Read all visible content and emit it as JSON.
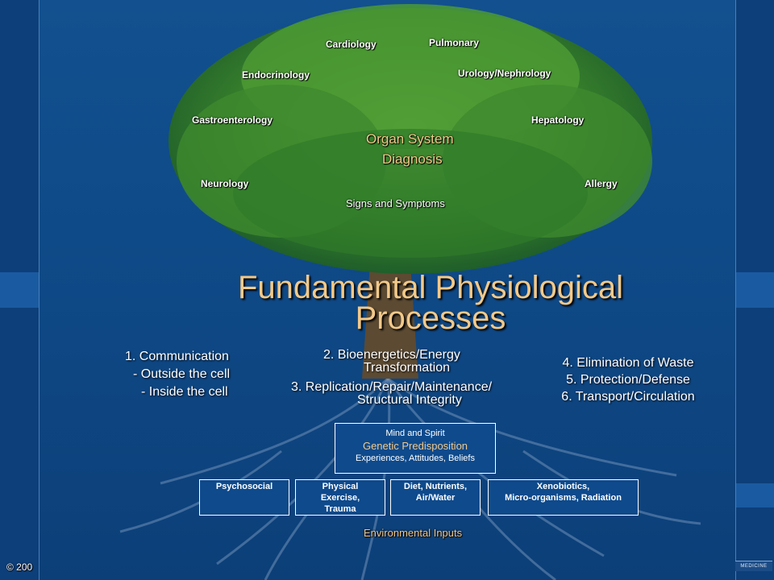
{
  "organ_labels": {
    "cardiology": "Cardiology",
    "pulmonary": "Pulmonary",
    "endocrinology": "Endocrinology",
    "urology": "Urology/Nephrology",
    "gastroenterology": "Gastroenterology",
    "hepatology": "Hepatology",
    "neurology": "Neurology",
    "allergy": "Allergy"
  },
  "diagnosis": {
    "line1": "Organ System",
    "line2": "Diagnosis"
  },
  "signs": "Signs and Symptoms",
  "title": {
    "line1": "Fundamental Physiological",
    "line2": "Processes"
  },
  "processes_left": {
    "line1": "1. Communication",
    "line2": "- Outside the cell",
    "line3": "- Inside the cell"
  },
  "processes_center": {
    "p2_line1": "2. Bioenergetics/Energy",
    "p2_line2": "Transformation",
    "p3_line1": "3. Replication/Repair/Maintenance/",
    "p3_line2": "Structural Integrity"
  },
  "processes_right": {
    "line1": "4. Elimination of Waste",
    "line2": "5. Protection/Defense",
    "line3": "6. Transport/Circulation"
  },
  "mind_box": {
    "line1": "Mind and Spirit",
    "line2": "Genetic Predisposition",
    "line3": "Experiences, Attitudes, Beliefs"
  },
  "inputs": {
    "psychosocial": "Psychosocial",
    "exercise_1": "Physical",
    "exercise_2": "Exercise,",
    "exercise_3": "Trauma",
    "diet_1": "Diet, Nutrients,",
    "diet_2": "Air/Water",
    "xeno_1": "Xenobiotics,",
    "xeno_2": "Micro-organisms, Radiation"
  },
  "environmental": "Environmental Inputs",
  "copyright": "© 200",
  "logo_text": "MEDICINE",
  "colors": {
    "background": "#0d3f7a",
    "gold": "#f2c98a",
    "tree_green": "#3f8a2c"
  }
}
